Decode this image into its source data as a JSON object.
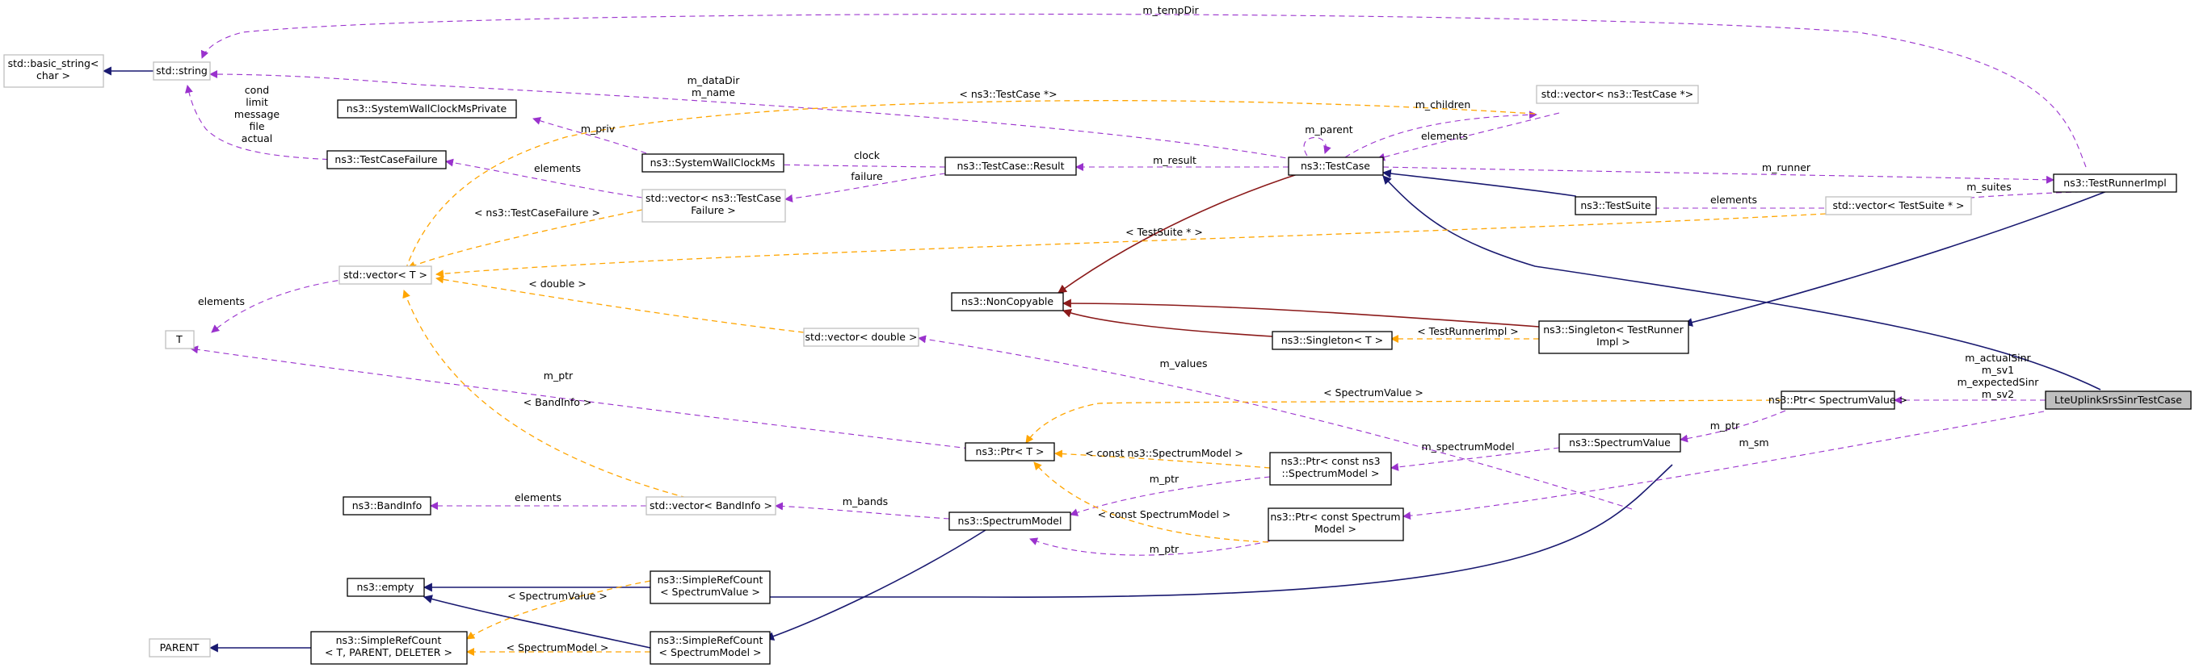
{
  "colors": {
    "inheritance": "#191970",
    "private_inheritance": "#8b1a1a",
    "usage": "#9a32cd",
    "template": "#ffa500",
    "focus_fill": "#bfbfbf",
    "grey_border": "#bfbfbf"
  },
  "nodes": {
    "std_basic_string": [
      "std::basic_string<",
      "char >"
    ],
    "std_string": [
      "std::string"
    ],
    "system_wall_clock_private": [
      "ns3::SystemWallClockMsPrivate"
    ],
    "system_wall_clock": [
      "ns3::SystemWallClockMs"
    ],
    "test_case_failure": [
      "ns3::TestCaseFailure"
    ],
    "vector_test_case_failure": [
      "std::vector< ns3::TestCase",
      "Failure >"
    ],
    "std_vector_t": [
      "std::vector< T >"
    ],
    "t": [
      "T"
    ],
    "test_case_result": [
      "ns3::TestCase::Result"
    ],
    "test_case": [
      "ns3::TestCase"
    ],
    "vector_test_case_ptr": [
      "std::vector< ns3::TestCase *>"
    ],
    "test_suite": [
      "ns3::TestSuite"
    ],
    "vector_test_suite_ptr": [
      "std::vector< TestSuite * >"
    ],
    "test_runner_impl": [
      "ns3::TestRunnerImpl"
    ],
    "non_copyable": [
      "ns3::NonCopyable"
    ],
    "singleton_t": [
      "ns3::Singleton< T >"
    ],
    "singleton_runner": [
      "ns3::Singleton< TestRunner",
      "Impl >"
    ],
    "vector_double": [
      "std::vector< double >"
    ],
    "ptr_t": [
      "ns3::Ptr< T >"
    ],
    "ptr_spectrum_value": [
      "ns3::Ptr< SpectrumValue >"
    ],
    "lte_test": [
      "LteUplinkSrsSinrTestCase"
    ],
    "spectrum_value": [
      "ns3::SpectrumValue"
    ],
    "ptr_const_ns3_model": [
      "ns3::Ptr< const ns3",
      "::SpectrumModel >"
    ],
    "band_info": [
      "ns3::BandInfo"
    ],
    "vector_band_info": [
      "std::vector< BandInfo >"
    ],
    "spectrum_model": [
      "ns3::SpectrumModel"
    ],
    "ptr_const_model": [
      "ns3::Ptr< const Spectrum",
      "Model >"
    ],
    "empty": [
      "ns3::empty"
    ],
    "simple_ref_count_value": [
      "ns3::SimpleRefCount",
      "< SpectrumValue >"
    ],
    "parent": [
      "PARENT"
    ],
    "simple_ref_count_generic": [
      "ns3::SimpleRefCount",
      "< T, PARENT, DELETER >"
    ],
    "simple_ref_count_model": [
      "ns3::SimpleRefCount",
      "< SpectrumModel >"
    ]
  },
  "edge_labels": {
    "m_tempDir": [
      "m_tempDir"
    ],
    "dataDir_name": [
      "m_dataDir",
      "m_name"
    ],
    "failure_fields": [
      "cond",
      "limit",
      "message",
      "file",
      "actual"
    ],
    "m_priv": [
      "m_priv"
    ],
    "clock": [
      "clock"
    ],
    "failure": [
      "failure"
    ],
    "elements_failure": [
      "elements"
    ],
    "m_result": [
      "m_result"
    ],
    "m_parent": [
      "m_parent"
    ],
    "m_children": [
      "m_children"
    ],
    "elements_test_case": [
      "elements"
    ],
    "tpl_test_case_ptr": [
      "< ns3::TestCase *>"
    ],
    "tpl_test_case_failure": [
      "< ns3::TestCaseFailure >"
    ],
    "m_runner": [
      "m_runner"
    ],
    "m_suites": [
      "m_suites"
    ],
    "elements_suite": [
      "elements"
    ],
    "tpl_test_suite_ptr": [
      "< TestSuite * >"
    ],
    "elements_t": [
      "elements"
    ],
    "tpl_double": [
      "< double >"
    ],
    "tpl_test_runner_impl": [
      "< TestRunnerImpl >"
    ],
    "m_values": [
      "m_values"
    ],
    "m_ptr_t": [
      "m_ptr"
    ],
    "tpl_band_info": [
      "< BandInfo >"
    ],
    "tpl_spectrum_value": [
      "< SpectrumValue >"
    ],
    "sinr_fields": [
      "m_actualSinr",
      "m_sv1",
      "m_expectedSinr",
      "m_sv2"
    ],
    "m_ptr_value": [
      "m_ptr"
    ],
    "m_sm": [
      "m_sm"
    ],
    "m_spectrumModel": [
      "m_spectrumModel"
    ],
    "tpl_const_ns3_model": [
      "< const ns3::SpectrumModel >"
    ],
    "m_ptr_model1": [
      "m_ptr"
    ],
    "elements_band": [
      "elements"
    ],
    "m_bands": [
      "m_bands"
    ],
    "tpl_const_model": [
      "< const SpectrumModel >"
    ],
    "m_ptr_model2": [
      "m_ptr"
    ],
    "tpl_ref_value": [
      "< SpectrumValue >"
    ],
    "tpl_ref_model": [
      "< SpectrumModel >"
    ]
  }
}
